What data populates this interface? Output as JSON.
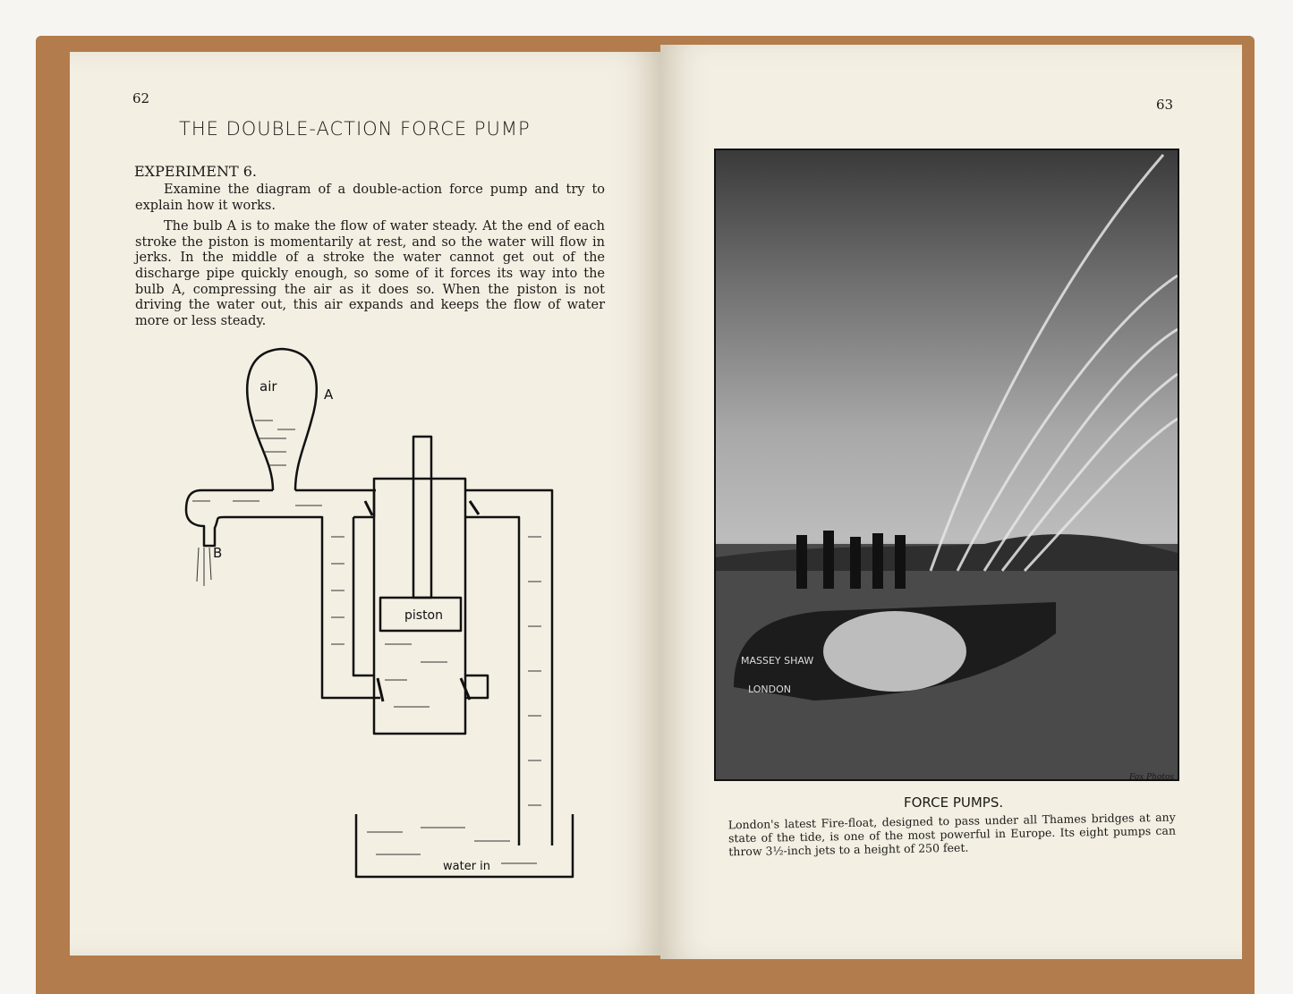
{
  "left_page": {
    "page_number": "62",
    "title": "THE DOUBLE-ACTION FORCE PUMP",
    "experiment_heading": "EXPERIMENT 6.",
    "paragraphs": [
      "Examine the diagram of a double-action force pump and try to explain how it works.",
      "The bulb A is to make the flow of water steady. At the end of each stroke the piston is momentarily at rest, and so the water will flow in jerks. In the middle of a stroke the water cannot get out of the discharge pipe quickly enough, so some of it forces its way into the bulb A, compressing the air as it does so. When the piston is not driving the water out, this air expands and keeps the flow of water more or less steady."
    ],
    "diagram_labels": {
      "air": "air",
      "bulb": "A",
      "nozzle": "B",
      "piston": "piston",
      "water_in": "water in"
    }
  },
  "right_page": {
    "page_number": "63",
    "photo_boat_name": "MASSEY SHAW",
    "photo_boat_port": "LONDON",
    "photo_credit": "Fox Photos",
    "caption_title": "FORCE PUMPS.",
    "caption": "London's latest Fire-float, designed to pass under all Thames bridges at any state of the tide, is one of the most powerful in Europe. Its eight pumps can throw 3½-inch jets to a height of 250 feet."
  },
  "colors": {
    "cover": "#b27c4c",
    "paper": "#f3efe3",
    "ink": "#1c1a18"
  }
}
